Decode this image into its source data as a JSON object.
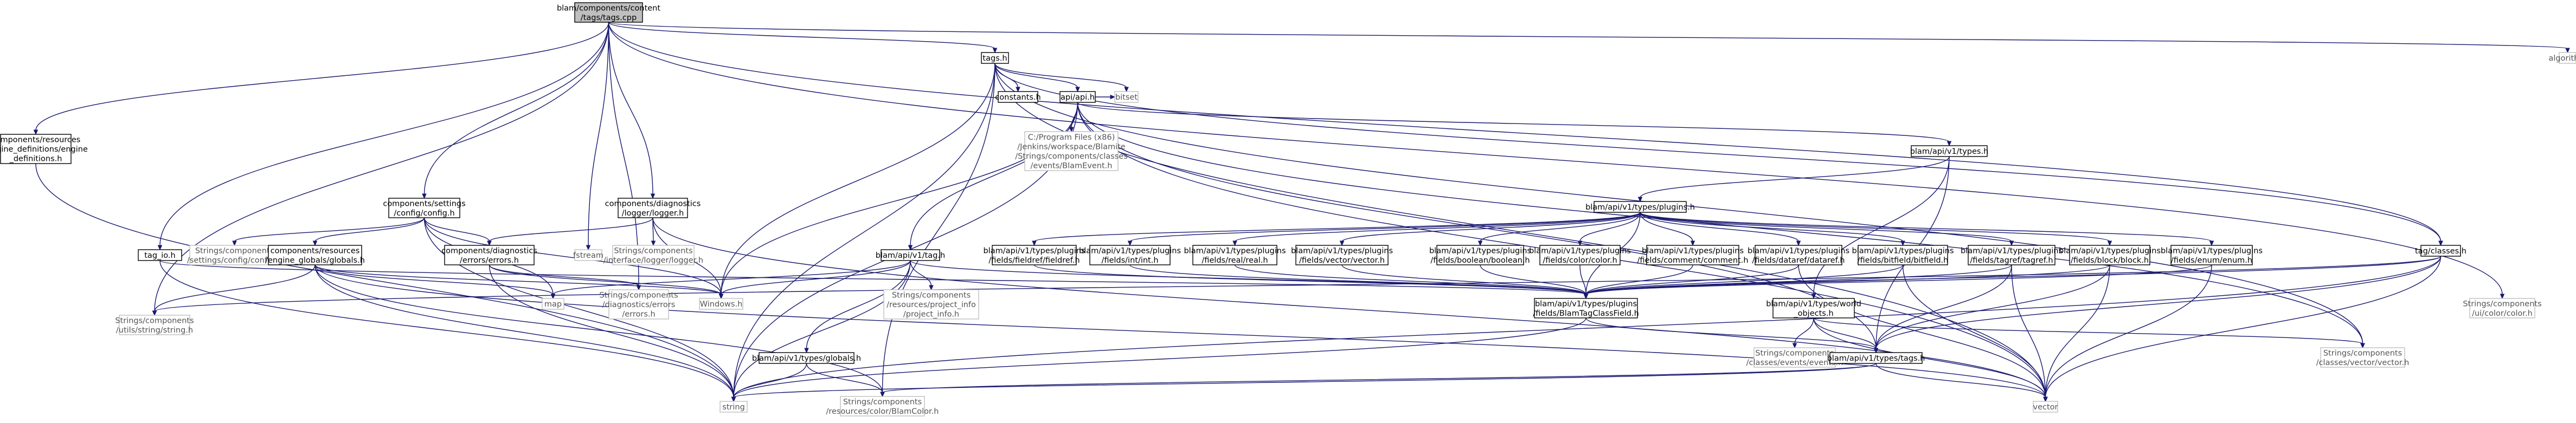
{
  "graph": {
    "nodes": [
      {
        "id": "root",
        "lines": [
          "blam/components/content",
          "/tags/tags.cpp"
        ],
        "style": "root"
      },
      {
        "id": "tags_h",
        "lines": [
          "tags.h"
        ],
        "style": "normal"
      },
      {
        "id": "algorithm",
        "lines": [
          "algorithm"
        ],
        "style": "external"
      },
      {
        "id": "engine_definitions",
        "lines": [
          "components/resources",
          "/engine_definitions/engine",
          "_definitions.h"
        ],
        "style": "normal"
      },
      {
        "id": "config_h",
        "lines": [
          "components/settings",
          "/config/config.h"
        ],
        "style": "normal"
      },
      {
        "id": "tag_io",
        "lines": [
          "tag_io.h"
        ],
        "style": "normal"
      },
      {
        "id": "logger_h",
        "lines": [
          "components/diagnostics",
          "/logger/logger.h"
        ],
        "style": "normal"
      },
      {
        "id": "fstream",
        "lines": [
          "fstream"
        ],
        "style": "external"
      },
      {
        "id": "constants_h",
        "lines": [
          "constants.h"
        ],
        "style": "normal"
      },
      {
        "id": "bitset",
        "lines": [
          "bitset"
        ],
        "style": "external"
      },
      {
        "id": "api_h",
        "lines": [
          "api/api.h"
        ],
        "style": "normal"
      },
      {
        "id": "blamevent",
        "lines": [
          "C:/Program Files (x86)",
          "/Jenkins/workspace/Blamite",
          "/Strings/components/classes",
          "/events/BlamEvent.h"
        ],
        "style": "external"
      },
      {
        "id": "types_h",
        "lines": [
          "blam/api/v1/types.h"
        ],
        "style": "normal"
      },
      {
        "id": "plugins_h",
        "lines": [
          "blam/api/v1/types/plugins.h"
        ],
        "style": "normal"
      },
      {
        "id": "config_h_ext",
        "lines": [
          "Strings/components",
          "/settings/config/config.h"
        ],
        "style": "external"
      },
      {
        "id": "globals_h_res",
        "lines": [
          "components/resources",
          "/engine_globals/globals.h"
        ],
        "style": "normal"
      },
      {
        "id": "errors_h",
        "lines": [
          "components/diagnostics",
          "/errors/errors.h"
        ],
        "style": "normal"
      },
      {
        "id": "logger_h_ext",
        "lines": [
          "Strings/components",
          "/interface/logger/logger.h"
        ],
        "style": "external"
      },
      {
        "id": "tagclass_h",
        "lines": [
          "tag/classes.h"
        ],
        "style": "normal"
      },
      {
        "id": "fieldref",
        "lines": [
          "blam/api/v1/types/plugins",
          "/fields/fieldref/fieldref.h"
        ],
        "style": "normal"
      },
      {
        "id": "int_h",
        "lines": [
          "blam/api/v1/types/plugins",
          "/fields/int/int.h"
        ],
        "style": "normal"
      },
      {
        "id": "real_h",
        "lines": [
          "blam/api/v1/types/plugins",
          "/fields/real/real.h"
        ],
        "style": "normal"
      },
      {
        "id": "vector_h",
        "lines": [
          "blam/api/v1/types/plugins",
          "/fields/vector/vector.h"
        ],
        "style": "normal"
      },
      {
        "id": "boolean_h",
        "lines": [
          "blam/api/v1/types/plugins",
          "/fields/boolean/boolean.h"
        ],
        "style": "normal"
      },
      {
        "id": "color_h",
        "lines": [
          "blam/api/v1/types/plugins",
          "/fields/color/color.h"
        ],
        "style": "normal"
      },
      {
        "id": "comment_h",
        "lines": [
          "blam/api/v1/types/plugins",
          "/fields/comment/comment.h"
        ],
        "style": "normal"
      },
      {
        "id": "dataref_h",
        "lines": [
          "blam/api/v1/types/plugins",
          "/fields/dataref/dataref.h"
        ],
        "style": "normal"
      },
      {
        "id": "bitfield_h",
        "lines": [
          "blam/api/v1/types/plugins",
          "/fields/bitfield/bitfield.h"
        ],
        "style": "normal"
      },
      {
        "id": "tagref_h",
        "lines": [
          "blam/api/v1/types/plugins",
          "/fields/tagref/tagref.h"
        ],
        "style": "normal"
      },
      {
        "id": "block_h",
        "lines": [
          "blam/api/v1/types/plugins",
          "/fields/block/block.h"
        ],
        "style": "normal"
      },
      {
        "id": "enum_h",
        "lines": [
          "blam/api/v1/types/plugins",
          "/fields/enum/enum.h"
        ],
        "style": "normal"
      },
      {
        "id": "tag_h",
        "lines": [
          "blam/api/v1/tag.h"
        ],
        "style": "normal"
      },
      {
        "id": "windows_h",
        "lines": [
          "Windows.h"
        ],
        "style": "external"
      },
      {
        "id": "map",
        "lines": [
          "map"
        ],
        "style": "external"
      },
      {
        "id": "errors_ext",
        "lines": [
          "Strings/components",
          "/diagnostics/errors",
          "/errors.h"
        ],
        "style": "external"
      },
      {
        "id": "project_info",
        "lines": [
          "Strings/components",
          "/resources/project_info",
          "/project_info.h"
        ],
        "style": "external"
      },
      {
        "id": "string_h_ext",
        "lines": [
          "Strings/components",
          "/utils/string/string.h"
        ],
        "style": "external"
      },
      {
        "id": "tagclassfield",
        "lines": [
          "blam/api/v1/types/plugins",
          "/fields/BlamTagClassField.h"
        ],
        "style": "normal"
      },
      {
        "id": "world_objects",
        "lines": [
          "blam/api/v1/types/world",
          "_objects.h"
        ],
        "style": "normal"
      },
      {
        "id": "events_h",
        "lines": [
          "Strings/components",
          "/classes/events/events.h"
        ],
        "style": "external"
      },
      {
        "id": "vector_cls",
        "lines": [
          "Strings/components",
          "/classes/vector/vector.h"
        ],
        "style": "external"
      },
      {
        "id": "ui_color",
        "lines": [
          "Strings/components",
          "/ui/color/color.h"
        ],
        "style": "external"
      },
      {
        "id": "globals_api",
        "lines": [
          "blam/api/v1/types/globals.h"
        ],
        "style": "normal"
      },
      {
        "id": "tags_types",
        "lines": [
          "blam/api/v1/types/tags.h"
        ],
        "style": "normal"
      },
      {
        "id": "string",
        "lines": [
          "string"
        ],
        "style": "external"
      },
      {
        "id": "blamcolor",
        "lines": [
          "Strings/components",
          "/resources/color/BlamColor.h"
        ],
        "style": "external"
      },
      {
        "id": "vector",
        "lines": [
          "vector"
        ],
        "style": "external"
      }
    ],
    "edges": [
      [
        "root",
        "tags_h"
      ],
      [
        "root",
        "algorithm"
      ],
      [
        "root",
        "engine_definitions"
      ],
      [
        "root",
        "config_h"
      ],
      [
        "root",
        "tag_io"
      ],
      [
        "root",
        "logger_h"
      ],
      [
        "root",
        "fstream"
      ],
      [
        "root",
        "string_h_ext"
      ],
      [
        "root",
        "errors_ext"
      ],
      [
        "root",
        "tagclass_h"
      ],
      [
        "root",
        "ui_color"
      ],
      [
        "tags_h",
        "constants_h"
      ],
      [
        "tags_h",
        "bitset"
      ],
      [
        "tags_h",
        "api_h"
      ],
      [
        "tags_h",
        "string"
      ],
      [
        "tags_h",
        "windows_h"
      ],
      [
        "tags_h",
        "blamcolor"
      ],
      [
        "tags_h",
        "vector"
      ],
      [
        "tags_h",
        "vector_cls"
      ],
      [
        "tags_h",
        "tagclass_h"
      ],
      [
        "api_h",
        "blamevent"
      ],
      [
        "api_h",
        "types_h"
      ],
      [
        "api_h",
        "tag_h"
      ],
      [
        "api_h",
        "bitset"
      ],
      [
        "api_h",
        "vector"
      ],
      [
        "api_h",
        "vector_cls"
      ],
      [
        "api_h",
        "windows_h"
      ],
      [
        "api_h",
        "string"
      ],
      [
        "api_h",
        "tags_types"
      ],
      [
        "types_h",
        "plugins_h"
      ],
      [
        "types_h",
        "tags_types"
      ],
      [
        "types_h",
        "world_objects"
      ],
      [
        "plugins_h",
        "fieldref"
      ],
      [
        "plugins_h",
        "int_h"
      ],
      [
        "plugins_h",
        "real_h"
      ],
      [
        "plugins_h",
        "vector_h"
      ],
      [
        "plugins_h",
        "boolean_h"
      ],
      [
        "plugins_h",
        "color_h"
      ],
      [
        "plugins_h",
        "comment_h"
      ],
      [
        "plugins_h",
        "dataref_h"
      ],
      [
        "plugins_h",
        "bitfield_h"
      ],
      [
        "plugins_h",
        "tagref_h"
      ],
      [
        "plugins_h",
        "block_h"
      ],
      [
        "plugins_h",
        "enum_h"
      ],
      [
        "plugins_h",
        "tagclassfield"
      ],
      [
        "fieldref",
        "tagclassfield"
      ],
      [
        "int_h",
        "tagclassfield"
      ],
      [
        "real_h",
        "tagclassfield"
      ],
      [
        "vector_h",
        "tagclassfield"
      ],
      [
        "boolean_h",
        "tagclassfield"
      ],
      [
        "color_h",
        "tagclassfield"
      ],
      [
        "comment_h",
        "tagclassfield"
      ],
      [
        "dataref_h",
        "tagclassfield"
      ],
      [
        "bitfield_h",
        "tagclassfield"
      ],
      [
        "tagref_h",
        "tagclassfield"
      ],
      [
        "block_h",
        "tagclassfield"
      ],
      [
        "enum_h",
        "tagclassfield"
      ],
      [
        "dataref_h",
        "vector"
      ],
      [
        "bitfield_h",
        "vector"
      ],
      [
        "tagref_h",
        "vector"
      ],
      [
        "block_h",
        "vector"
      ],
      [
        "enum_h",
        "vector"
      ],
      [
        "block_h",
        "tags_types"
      ],
      [
        "tagref_h",
        "tags_types"
      ],
      [
        "config_h",
        "config_h_ext"
      ],
      [
        "config_h",
        "globals_h_res"
      ],
      [
        "config_h",
        "errors_h"
      ],
      [
        "config_h",
        "string"
      ],
      [
        "config_h",
        "windows_h"
      ],
      [
        "config_h",
        "map"
      ],
      [
        "globals_h_res",
        "string_h_ext"
      ],
      [
        "globals_h_res",
        "string"
      ],
      [
        "globals_h_res",
        "map"
      ],
      [
        "globals_h_res",
        "blamcolor"
      ],
      [
        "globals_h_res",
        "vector"
      ],
      [
        "globals_h_res",
        "windows_h"
      ],
      [
        "errors_h",
        "errors_ext"
      ],
      [
        "errors_h",
        "windows_h"
      ],
      [
        "errors_h",
        "string"
      ],
      [
        "logger_h",
        "logger_h_ext"
      ],
      [
        "logger_h",
        "errors_h"
      ],
      [
        "logger_h",
        "windows_h"
      ],
      [
        "logger_h",
        "vector"
      ],
      [
        "tag_io",
        "string"
      ],
      [
        "tag_io",
        "tagclassfield"
      ],
      [
        "engine_definitions",
        "string"
      ],
      [
        "tag_h",
        "map"
      ],
      [
        "tag_h",
        "project_info"
      ],
      [
        "tag_h",
        "globals_api"
      ],
      [
        "tag_h",
        "tagclassfield"
      ],
      [
        "tag_h",
        "string"
      ],
      [
        "tag_h",
        "windows_h"
      ],
      [
        "tagclassfield",
        "string"
      ],
      [
        "tagclassfield",
        "tags_types"
      ],
      [
        "world_objects",
        "events_h"
      ],
      [
        "world_objects",
        "tags_types"
      ],
      [
        "world_objects",
        "vector_cls"
      ],
      [
        "world_objects",
        "vector"
      ],
      [
        "globals_api",
        "string"
      ],
      [
        "globals_api",
        "blamcolor"
      ],
      [
        "tags_types",
        "string"
      ],
      [
        "tags_types",
        "blamcolor"
      ],
      [
        "tags_types",
        "vector"
      ],
      [
        "tagclass_h",
        "string_h_ext"
      ],
      [
        "tagclass_h",
        "tags_types"
      ],
      [
        "tagclass_h",
        "tagclassfield"
      ],
      [
        "tagclass_h",
        "vector"
      ],
      [
        "tagclass_h",
        "string"
      ]
    ]
  }
}
